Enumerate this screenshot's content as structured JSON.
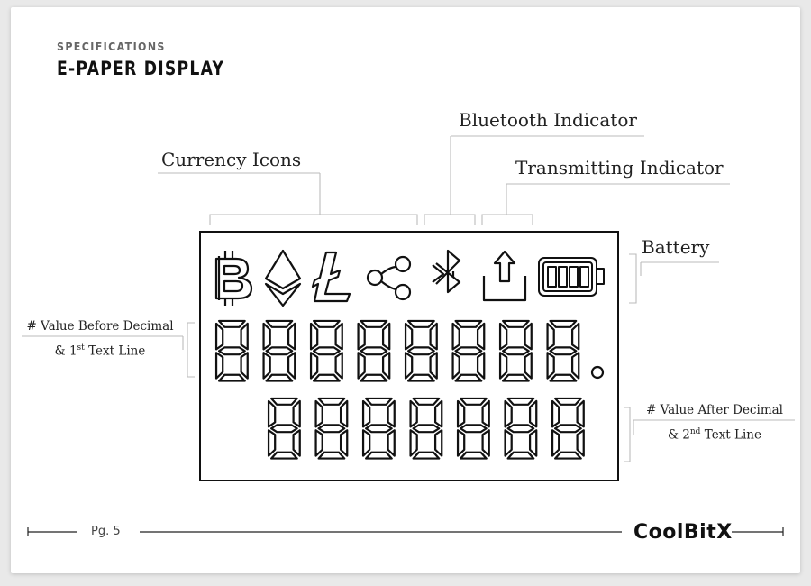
{
  "header": {
    "eyebrow": "SPECIFICATIONS",
    "title": "E-PAPER DISPLAY"
  },
  "callouts": {
    "currency_icons": "Currency Icons",
    "bluetooth_indicator": "Bluetooth Indicator",
    "transmitting_indicator": "Transmitting Indicator",
    "battery": "Battery",
    "value_before_decimal": {
      "line1": "# Value Before Decimal",
      "line2_prefix": "& 1",
      "line2_sup": "st",
      "line2_suffix": " Text Line"
    },
    "value_after_decimal": {
      "line1": "# Value After Decimal",
      "line2_prefix": "& 2",
      "line2_sup": "nd",
      "line2_suffix": " Text Line"
    }
  },
  "display": {
    "icons": [
      "bitcoin-icon",
      "ethereum-icon",
      "litecoin-icon",
      "ripple-icon",
      "bluetooth-icon",
      "transmit-icon",
      "battery-icon"
    ],
    "row1_digit_count": 8,
    "row2_digit_count": 7,
    "battery_bars": 4
  },
  "footer": {
    "page_label": "Pg. 5",
    "logo_text": "CoolBitX"
  }
}
